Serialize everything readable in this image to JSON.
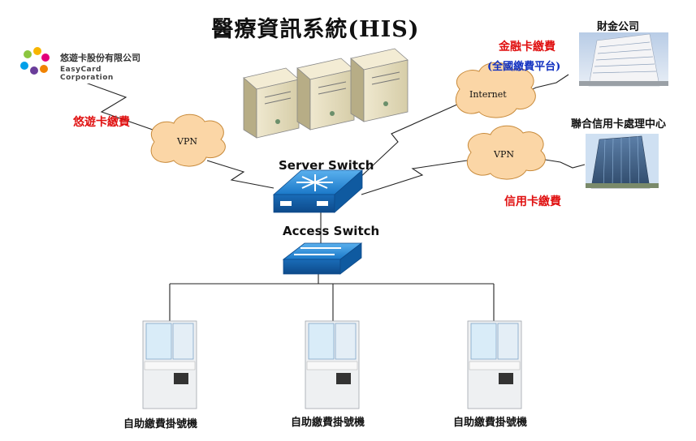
{
  "title": "醫療資訊系統(HIS)",
  "easycard": {
    "logo_line1": "悠遊卡股份有限公司",
    "logo_line2": "EasyCard Corporation",
    "payment_label": "悠遊卡繳費"
  },
  "finance": {
    "company_label": "財金公司",
    "payment_label": "金融卡繳費",
    "platform_label": "(全國繳費平台)"
  },
  "credit": {
    "center_label": "聯合信用卡處理中心",
    "payment_label": "信用卡繳費"
  },
  "clouds": {
    "vpn_left": "VPN",
    "internet": "Internet",
    "vpn_right": "VPN"
  },
  "switches": {
    "server": "Server Switch",
    "access": "Access Switch"
  },
  "kiosks": [
    {
      "label": "自助繳費掛號機"
    },
    {
      "label": "自助繳費掛號機"
    },
    {
      "label": "自助繳費掛號機"
    }
  ],
  "colors": {
    "payment_red": "#e01010",
    "platform_blue": "#1030c0",
    "cloud_fill": "#fbd6a6",
    "switch_blue": "#1a78c8"
  }
}
